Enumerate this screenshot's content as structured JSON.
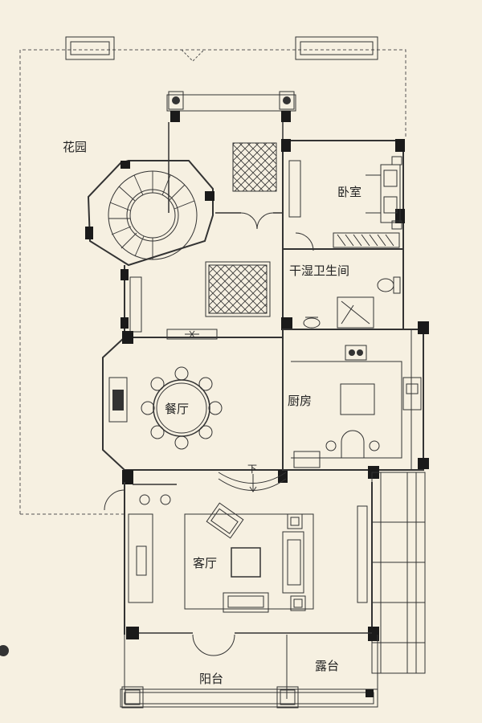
{
  "rooms": {
    "garden": "花园",
    "bedroom": "卧室",
    "bathroom": "干湿卫生间",
    "dining": "餐厅",
    "kitchen": "厨房",
    "living": "客厅",
    "balcony": "阳台",
    "terrace": "露台"
  },
  "stair_direction": "下",
  "colors": {
    "background": "#f6f0e1",
    "wall": "#1a1a1a",
    "line": "#333333"
  }
}
